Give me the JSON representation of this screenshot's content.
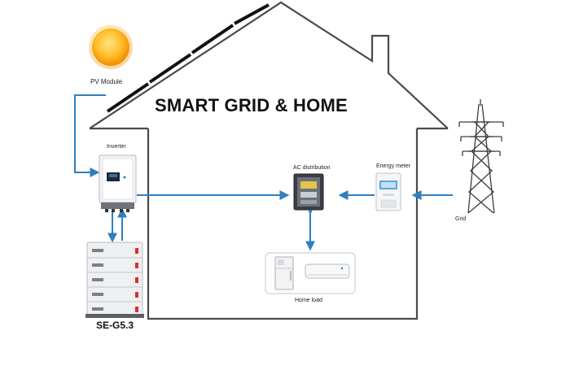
{
  "title": "SMART GRID &  HOME",
  "labels": {
    "pv_module": "PV Module",
    "inverter": "Inverter",
    "ac_distribution": "AC distribution",
    "energy_meter": "Energy meter",
    "grid": "Grid",
    "home_load": "Home load",
    "battery_model": "SE-G5.3"
  },
  "colors": {
    "flow_line": "#2f7fc1",
    "house_outline": "#444444",
    "sun": "#f5a623"
  },
  "icons": [
    "sun-icon",
    "solar-panel-icon",
    "inverter-icon",
    "battery-stack-icon",
    "ac-distribution-box-icon",
    "energy-meter-icon",
    "transmission-tower-icon",
    "refrigerator-icon",
    "air-conditioner-icon"
  ]
}
